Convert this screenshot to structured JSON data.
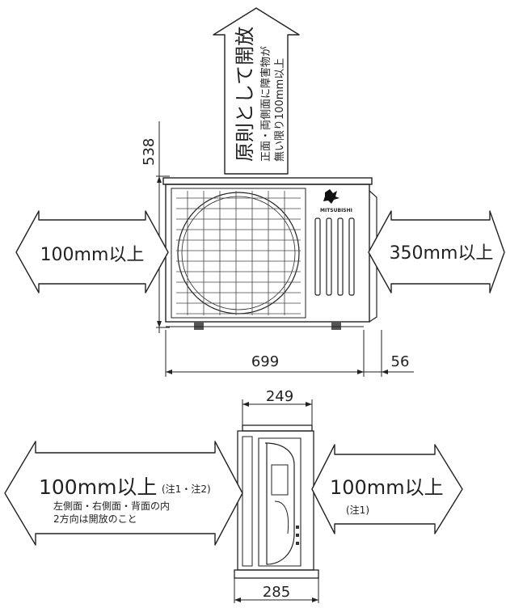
{
  "top_arrow": {
    "main": "原則として開放",
    "sub1": "正面・両側面に障害物が",
    "sub2": "無い限り100mm以上"
  },
  "left_arrow_front": {
    "text": "100mm以上"
  },
  "right_arrow_front": {
    "text": "350mm以上"
  },
  "dimensions": {
    "height": "538",
    "width": "699",
    "right_extra": "56",
    "side_depth": "249",
    "side_base": "285"
  },
  "brand": "MITSUBISHI",
  "left_arrow_side": {
    "text": "100mm以上",
    "note": "(注1・注2)",
    "sub1": "左側面・右側面・背面の内",
    "sub2": "2方向は開放のこと"
  },
  "right_arrow_side": {
    "text": "100mm以上",
    "note": "(注1)"
  }
}
